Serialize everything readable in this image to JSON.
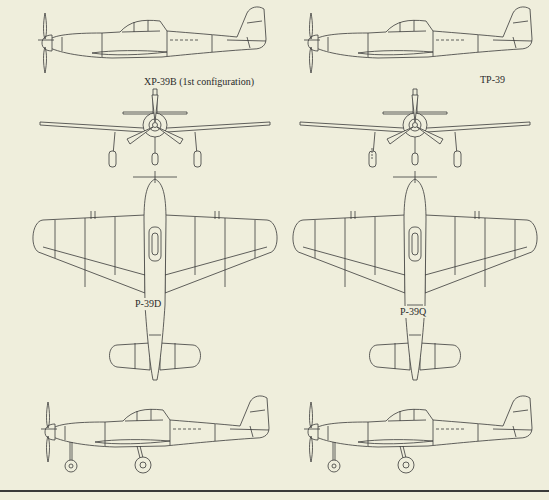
{
  "diagram": {
    "labels": [
      "XP-39B (1st configuration)",
      "TP-39",
      "P-39D",
      "P-39Q"
    ]
  }
}
